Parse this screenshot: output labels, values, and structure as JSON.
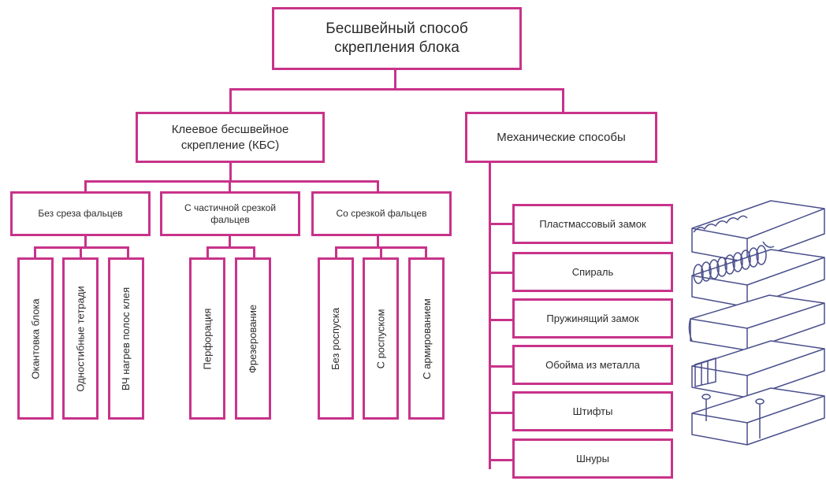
{
  "root": {
    "line1": "Бесшвейный способ",
    "line2": "скрепления блока"
  },
  "branch_glue": {
    "line1": "Клеевое бесшвейное",
    "line2": "скрепление (КБС)"
  },
  "branch_mech": {
    "label": "Механические способы"
  },
  "glue_groups": [
    {
      "line1": "Без среза фальцев",
      "line2": ""
    },
    {
      "line1": "С частичной срезкой",
      "line2": "фальцев"
    },
    {
      "line1": "Со срезкой фальцев",
      "line2": ""
    }
  ],
  "glue_leaves": [
    "Окантовка блока",
    "Одностибные тетради",
    "ВЧ нагрев полос клея",
    "Перфорация",
    "Фрезерование",
    "Без роспуска",
    "С роспуском",
    "С армированием"
  ],
  "mech_items": [
    "Пластмассовый замок",
    "Спираль",
    "Пружинящий замок",
    "Обойма из металла",
    "Штифты",
    "Шнуры"
  ],
  "colors": {
    "accent": "#c8338a",
    "text": "#2b2b2b",
    "sketch": "#4a4f8c"
  }
}
